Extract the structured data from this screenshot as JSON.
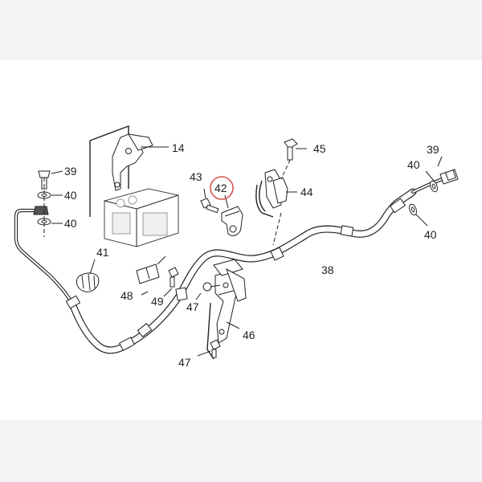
{
  "diagram": {
    "callouts": {
      "c14": "14",
      "c38": "38",
      "c39_left": "39",
      "c39_right": "39",
      "c40_left_a": "40",
      "c40_left_b": "40",
      "c40_right_a": "40",
      "c40_right_b": "40",
      "c41": "41",
      "c42": "42",
      "c43": "43",
      "c44": "44",
      "c45": "45",
      "c46": "46",
      "c47_a": "47",
      "c47_b": "47",
      "c48": "48",
      "c49": "49"
    },
    "highlighted_callout": "42",
    "colors": {
      "highlight_ring": "#d9534f",
      "background_band": "#f4f4f4",
      "canvas": "#ffffff",
      "line": "#222222"
    }
  }
}
